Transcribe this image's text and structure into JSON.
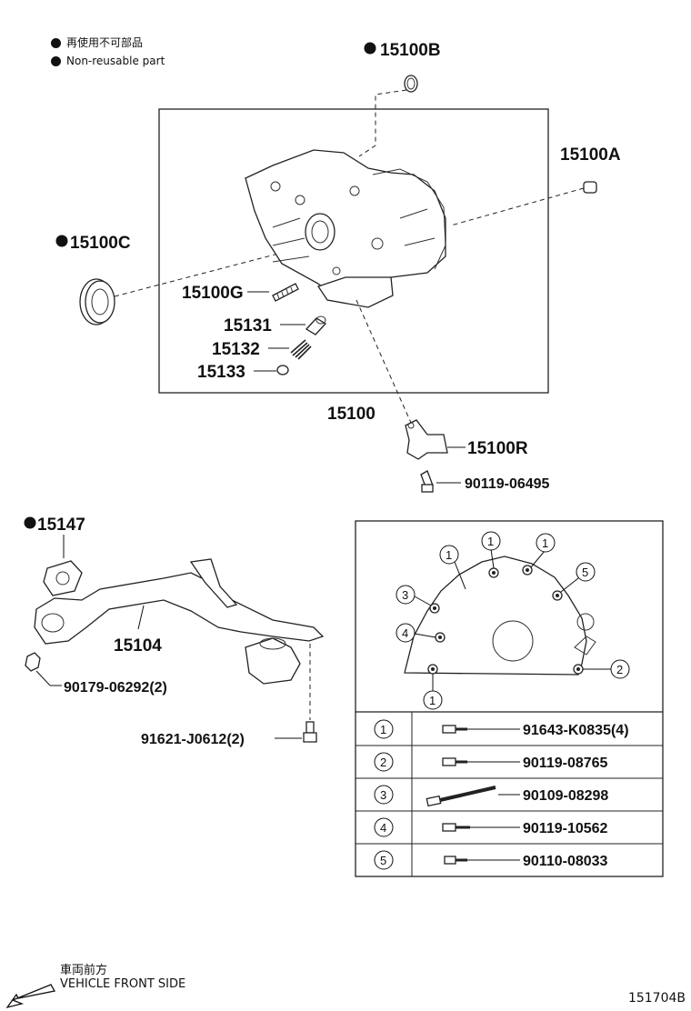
{
  "legend": {
    "japanese": "再使用不可部品",
    "english": "Non-reusable part"
  },
  "parts": {
    "p15100B": "15100B",
    "p15100A": "15100A",
    "p15100C": "15100C",
    "p15100G": "15100G",
    "p15131": "15131",
    "p15132": "15132",
    "p15133": "15133",
    "p15100": "15100",
    "p15100R": "15100R",
    "bolt_90119_06495": "90119-06495",
    "p15147": "15147",
    "p15104": "15104",
    "bolt_90179_06292": "90179-06292(2)",
    "bolt_91621_J0612": "91621-J0612(2)"
  },
  "bolt_callouts": {
    "c1": "1",
    "c2": "2",
    "c3": "3",
    "c4": "4",
    "c5": "5"
  },
  "bolt_table": [
    {
      "num": "1",
      "part": "91643-K0835(4)"
    },
    {
      "num": "2",
      "part": "90119-08765"
    },
    {
      "num": "3",
      "part": "90109-08298"
    },
    {
      "num": "4",
      "part": "90119-10562"
    },
    {
      "num": "5",
      "part": "90110-08033"
    }
  ],
  "footer": {
    "japanese": "車両前方",
    "english": "VEHICLE FRONT SIDE"
  },
  "diagram_id": "151704B"
}
